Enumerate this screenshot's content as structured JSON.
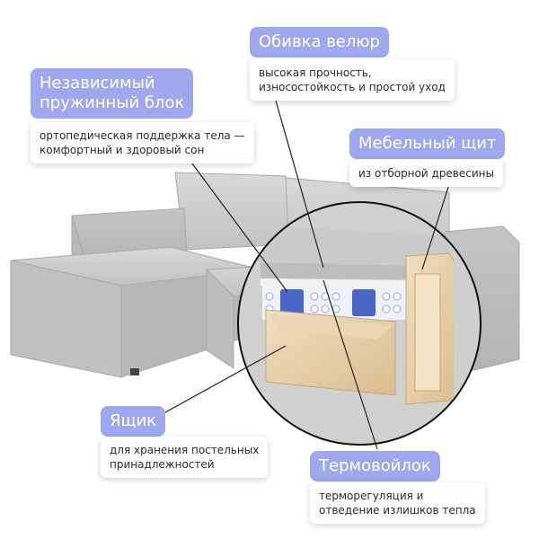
{
  "callouts": {
    "upholstery": {
      "title": "Обивка велюр",
      "desc": [
        "высокая прочность,",
        "износостойкость и простой уход"
      ]
    },
    "spring_block": {
      "title": [
        "Независимый",
        "пружинный блок"
      ],
      "desc": [
        "ортопедическая поддержка тела —",
        "комфортный и здоровый сон"
      ]
    },
    "furniture_board": {
      "title": "Мебельный щит",
      "desc": [
        "из отборной древесины"
      ]
    },
    "drawer": {
      "title": "Ящик",
      "desc": [
        "для хранения постельных",
        "принадлежностей"
      ]
    },
    "thermo_felt": {
      "title": "Термовойлок",
      "desc": [
        "терморегуляция и",
        "отведение излишков тепла"
      ]
    }
  },
  "colors": {
    "chip": "#9fa8ee",
    "sofa": "#c9c9c9",
    "wood": "#e6cfa8",
    "springs": "#4a67c8"
  }
}
